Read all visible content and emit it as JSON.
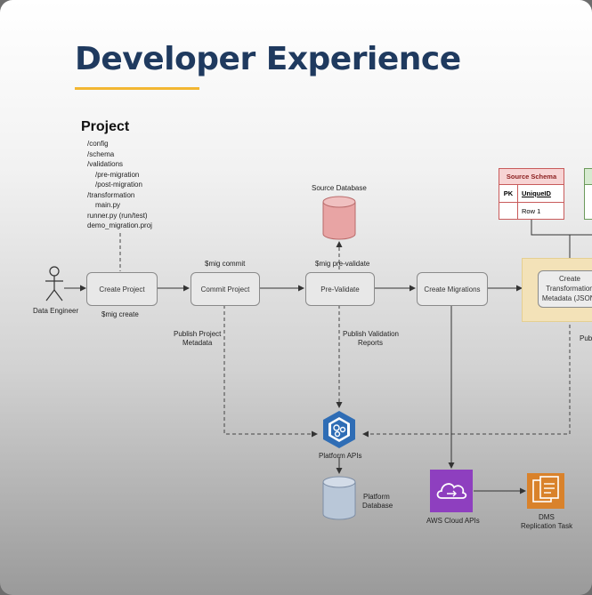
{
  "page": {
    "title": "Developer Experience",
    "accent_color": "#f2b632",
    "title_color": "#1f3a5f"
  },
  "project": {
    "heading": "Project",
    "tree": [
      "/config",
      "/schema",
      "/validations",
      "/pre-migration",
      "/post-migration",
      "/transformation",
      "main.py",
      "runner.py (run/test)",
      "demo_migration.proj"
    ]
  },
  "actor": {
    "label": "Data Engineer"
  },
  "steps": {
    "create_project": "Create Project",
    "commit_project": "Commit Project",
    "pre_validate": "Pre-Validate",
    "create_migrations": "Create Migrations",
    "create_transformation_1": "Create",
    "create_transformation_2": "Transformation",
    "create_transformation_3": "Metadata (JSON)"
  },
  "commands": {
    "mig_create": "$mig create",
    "mig_commit": "$mig commit",
    "mig_prevalidate": "$mig pre-validate"
  },
  "edge_labels": {
    "publish_project_1": "Publish Project",
    "publish_project_2": "Metadata",
    "publish_validation_1": "Publish Validation",
    "publish_validation_2": "Reports",
    "publish_cut": "Publ"
  },
  "stores": {
    "source_db": "Source Database",
    "platform_apis": "Platform APIs",
    "platform_db_1": "Platform",
    "platform_db_2": "Database",
    "aws_cloud": "AWS Cloud APIs",
    "dms_1": "DMS",
    "dms_2": "Replication Task"
  },
  "source_schema": {
    "title": "Source Schema",
    "pk": "PK",
    "key_field": "UniqueID",
    "row": "Row 1"
  },
  "colors": {
    "db_source": "#e8a4a4",
    "db_platform": "#b9c7d8",
    "platform_apis": "#2f6db5",
    "aws": "#8e3fbf",
    "dms": "#d9822b",
    "transform_bg": "#f3e2b8"
  },
  "icons": [
    "stick-figure-icon",
    "database-icon",
    "platform-apis-icon",
    "aws-cloud-icon",
    "dms-icon"
  ]
}
